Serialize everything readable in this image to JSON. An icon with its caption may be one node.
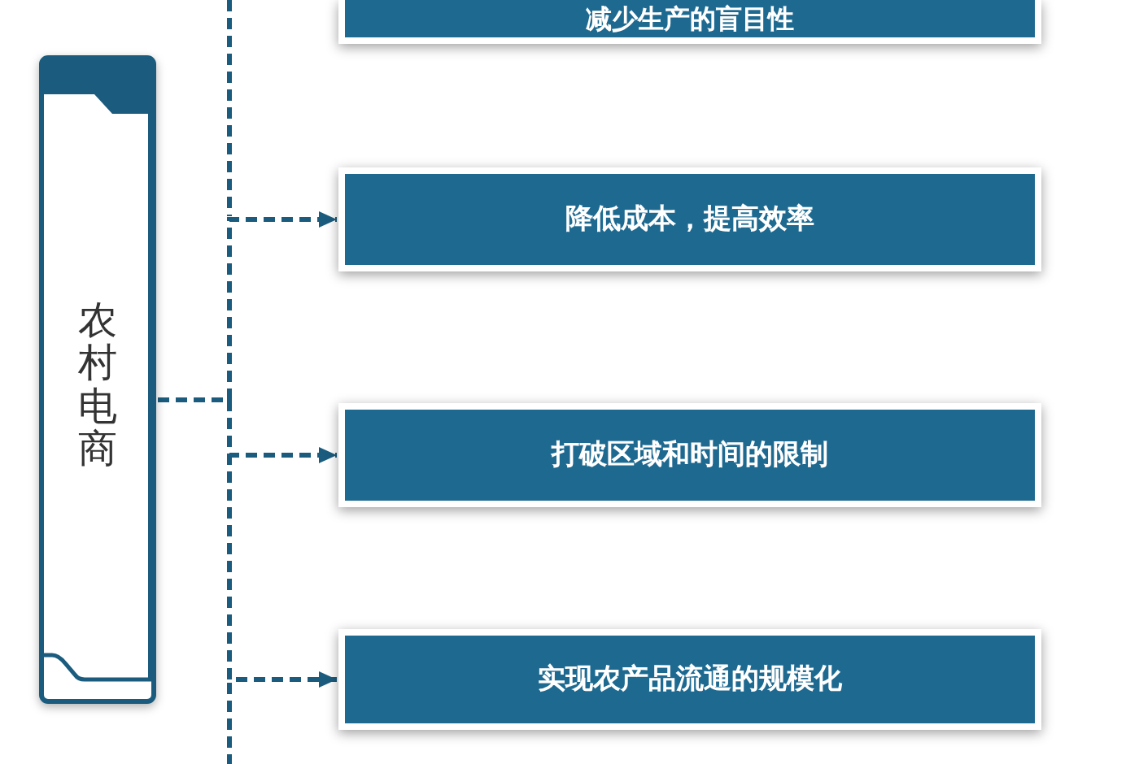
{
  "diagram": {
    "nodes": [
      {
        "text": [
          "农村电商"
        ]
      },
      {
        "text": [
          "减少生产的盲目性"
        ]
      },
      {
        "text": [
          "降低成本，提高效率"
        ]
      },
      {
        "text": [
          "打破区域和时间的限制"
        ]
      },
      {
        "text": [
          "实现农产品流通的规模化"
        ]
      }
    ],
    "edges": [
      {
        "from": 0,
        "to": 2,
        "arrow": "to",
        "style": "dashed"
      },
      {
        "from": 0,
        "to": 3,
        "arrow": "to",
        "style": "dashed"
      },
      {
        "from": 0,
        "to": 4,
        "arrow": "to",
        "style": "dashed"
      }
    ]
  }
}
